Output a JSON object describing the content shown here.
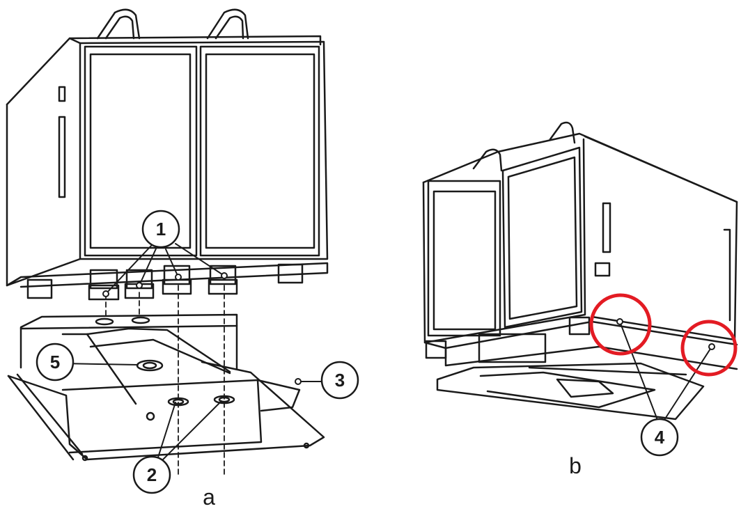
{
  "figure": {
    "panels": [
      {
        "id": "a",
        "label": "a"
      },
      {
        "id": "b",
        "label": "b"
      }
    ],
    "callouts": {
      "c1": "1",
      "c2": "2",
      "c3": "3",
      "c4": "4",
      "c5": "5"
    },
    "colors": {
      "line": "#1a1a1a",
      "highlight": "#e31b23",
      "background": "#ffffff"
    }
  }
}
